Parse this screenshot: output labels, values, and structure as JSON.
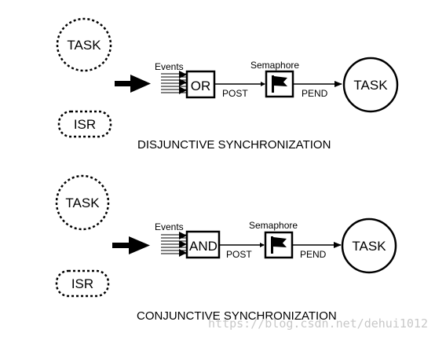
{
  "diagrams": [
    {
      "task_source": "TASK",
      "isr_source": "ISR",
      "events_label": "Events",
      "gate_label": "OR",
      "post_label": "POST",
      "semaphore_label": "Semaphore",
      "pend_label": "PEND",
      "task_target": "TASK",
      "caption": "DISJUNCTIVE SYNCHRONIZATION"
    },
    {
      "task_source": "TASK",
      "isr_source": "ISR",
      "events_label": "Events",
      "gate_label": "AND",
      "post_label": "POST",
      "semaphore_label": "Semaphore",
      "pend_label": "PEND",
      "task_target": "TASK",
      "caption": "CONJUNCTIVE SYNCHRONIZATION"
    }
  ],
  "watermark": "https://blog.csdn.net/dehui1012",
  "icons": {
    "semaphore": "flag-icon",
    "input": "right-arrow-icon"
  }
}
